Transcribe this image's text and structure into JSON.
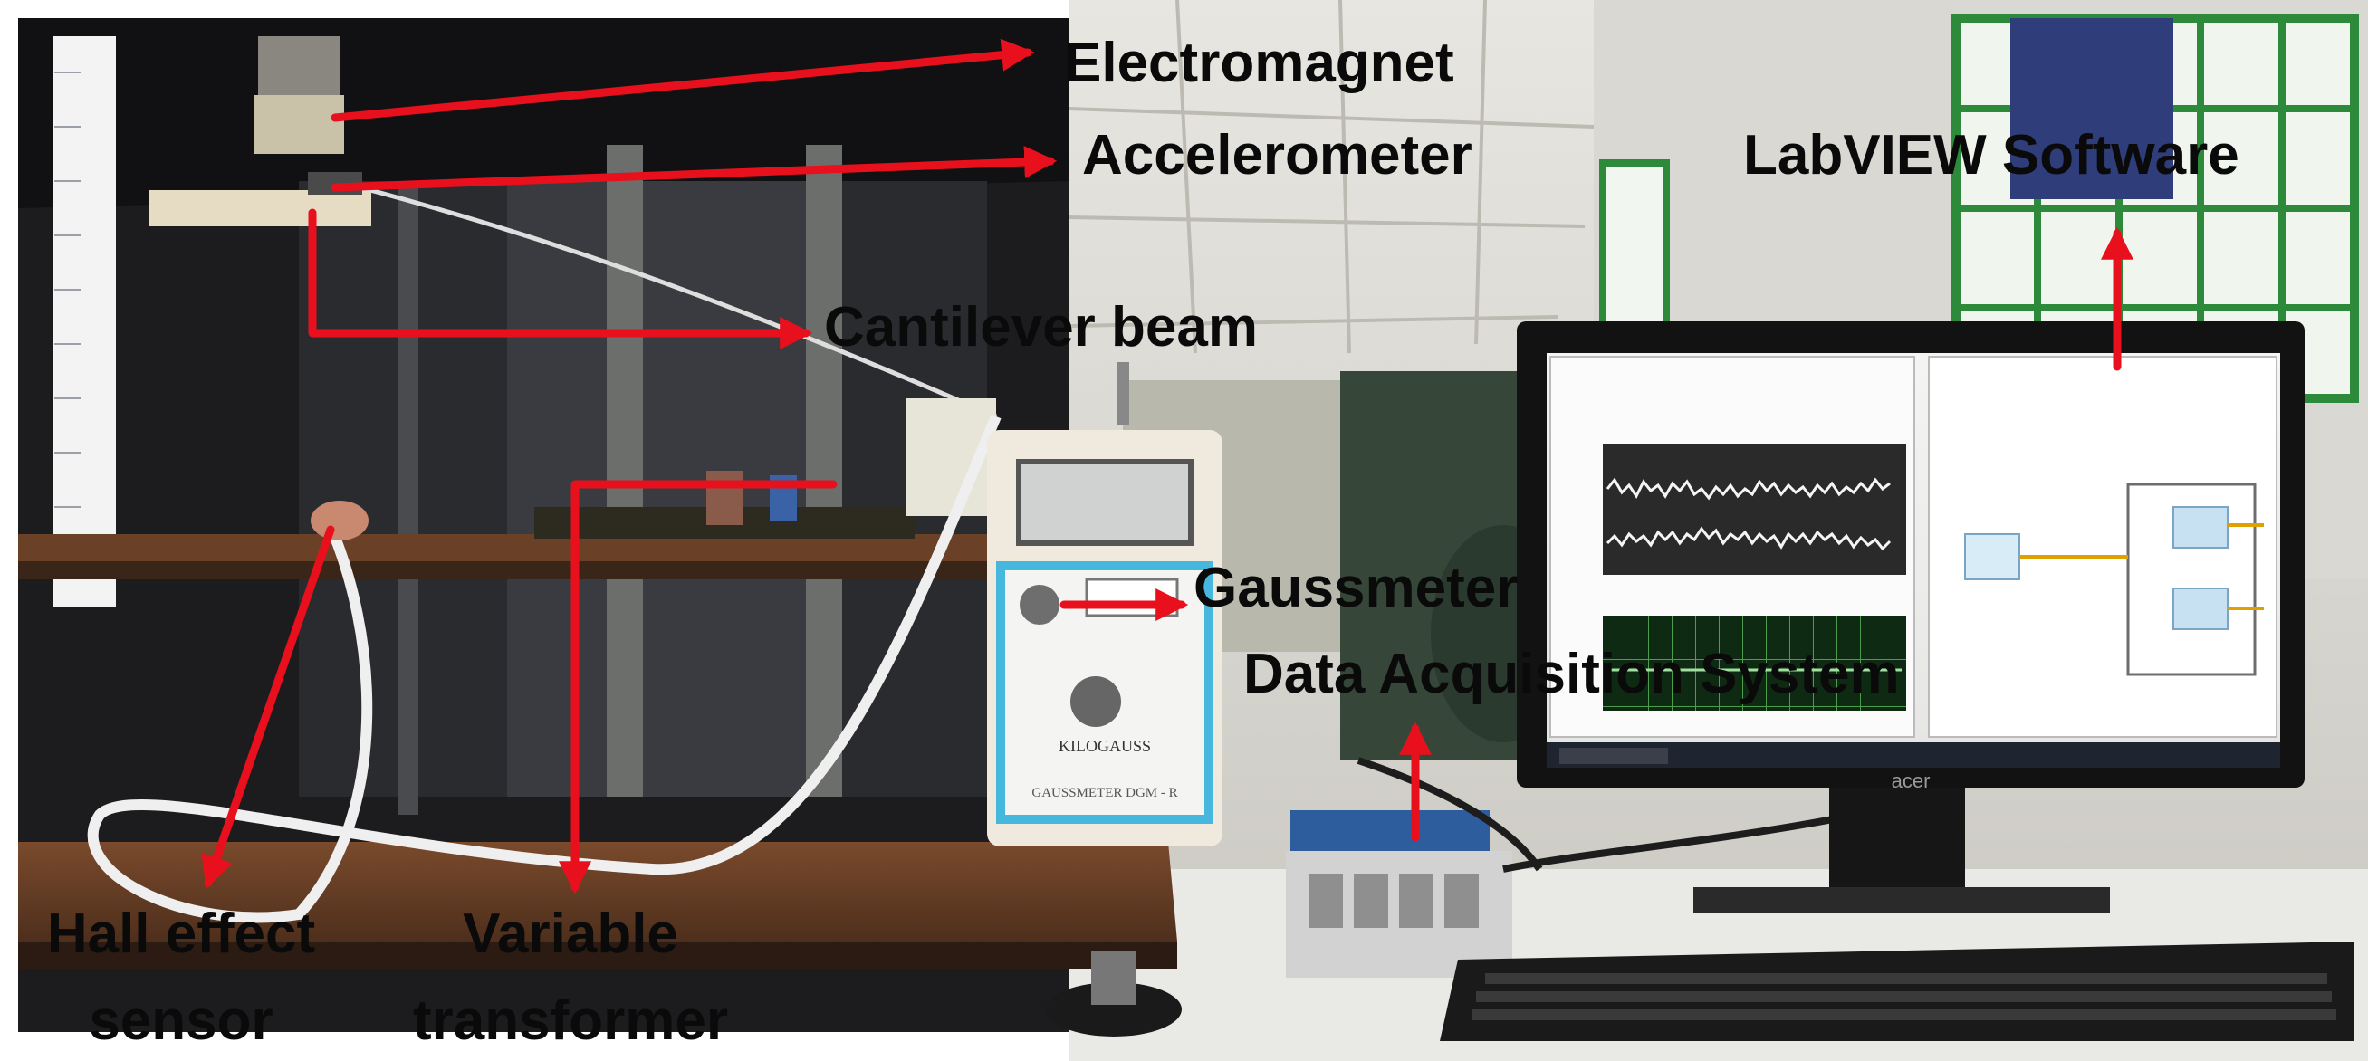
{
  "figure": {
    "labels": {
      "electromagnet": "Electromagnet",
      "accelerometer": "Accelerometer",
      "cantilever": "Cantilever beam",
      "labview": "LabVIEW Software",
      "gaussmeter": "Gaussmeter",
      "daq": "Data Acquisition System",
      "hall_line1": "Hall effect",
      "hall_line2": "sensor",
      "variable_line1": "Variable",
      "variable_line2": "transformer"
    },
    "device_text": {
      "gaussmeter_unit": "KILOGAUSS",
      "gaussmeter_model": "GAUSSMETER DGM - R",
      "monitor_brand": "acer"
    },
    "colors": {
      "arrow": "#e8101c",
      "label_text": "#0a0a0a",
      "frame_dark": "#1c1c1e",
      "rust": "#6a4026"
    }
  }
}
